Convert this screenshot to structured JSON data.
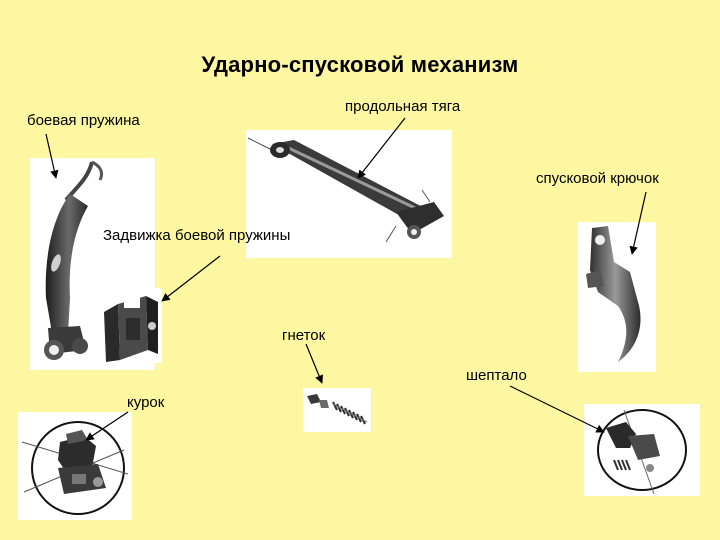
{
  "title": "Ударно-спусковой механизм",
  "labels": {
    "mainspring": "боевая пружина",
    "rod": "продольная тяга",
    "trigger": "спусковой крючок",
    "latch": "Задвижка боевой пружины",
    "gnetok": "гнеток",
    "sear": "шептало",
    "hammer": "курок"
  },
  "colors": {
    "background": "#fcf7a0",
    "photo_background": "#ffffff",
    "metal_dark": "#2a2a2a",
    "metal_mid": "#6a6a6a",
    "metal_light": "#b8b8b8",
    "arrow": "#000000"
  }
}
